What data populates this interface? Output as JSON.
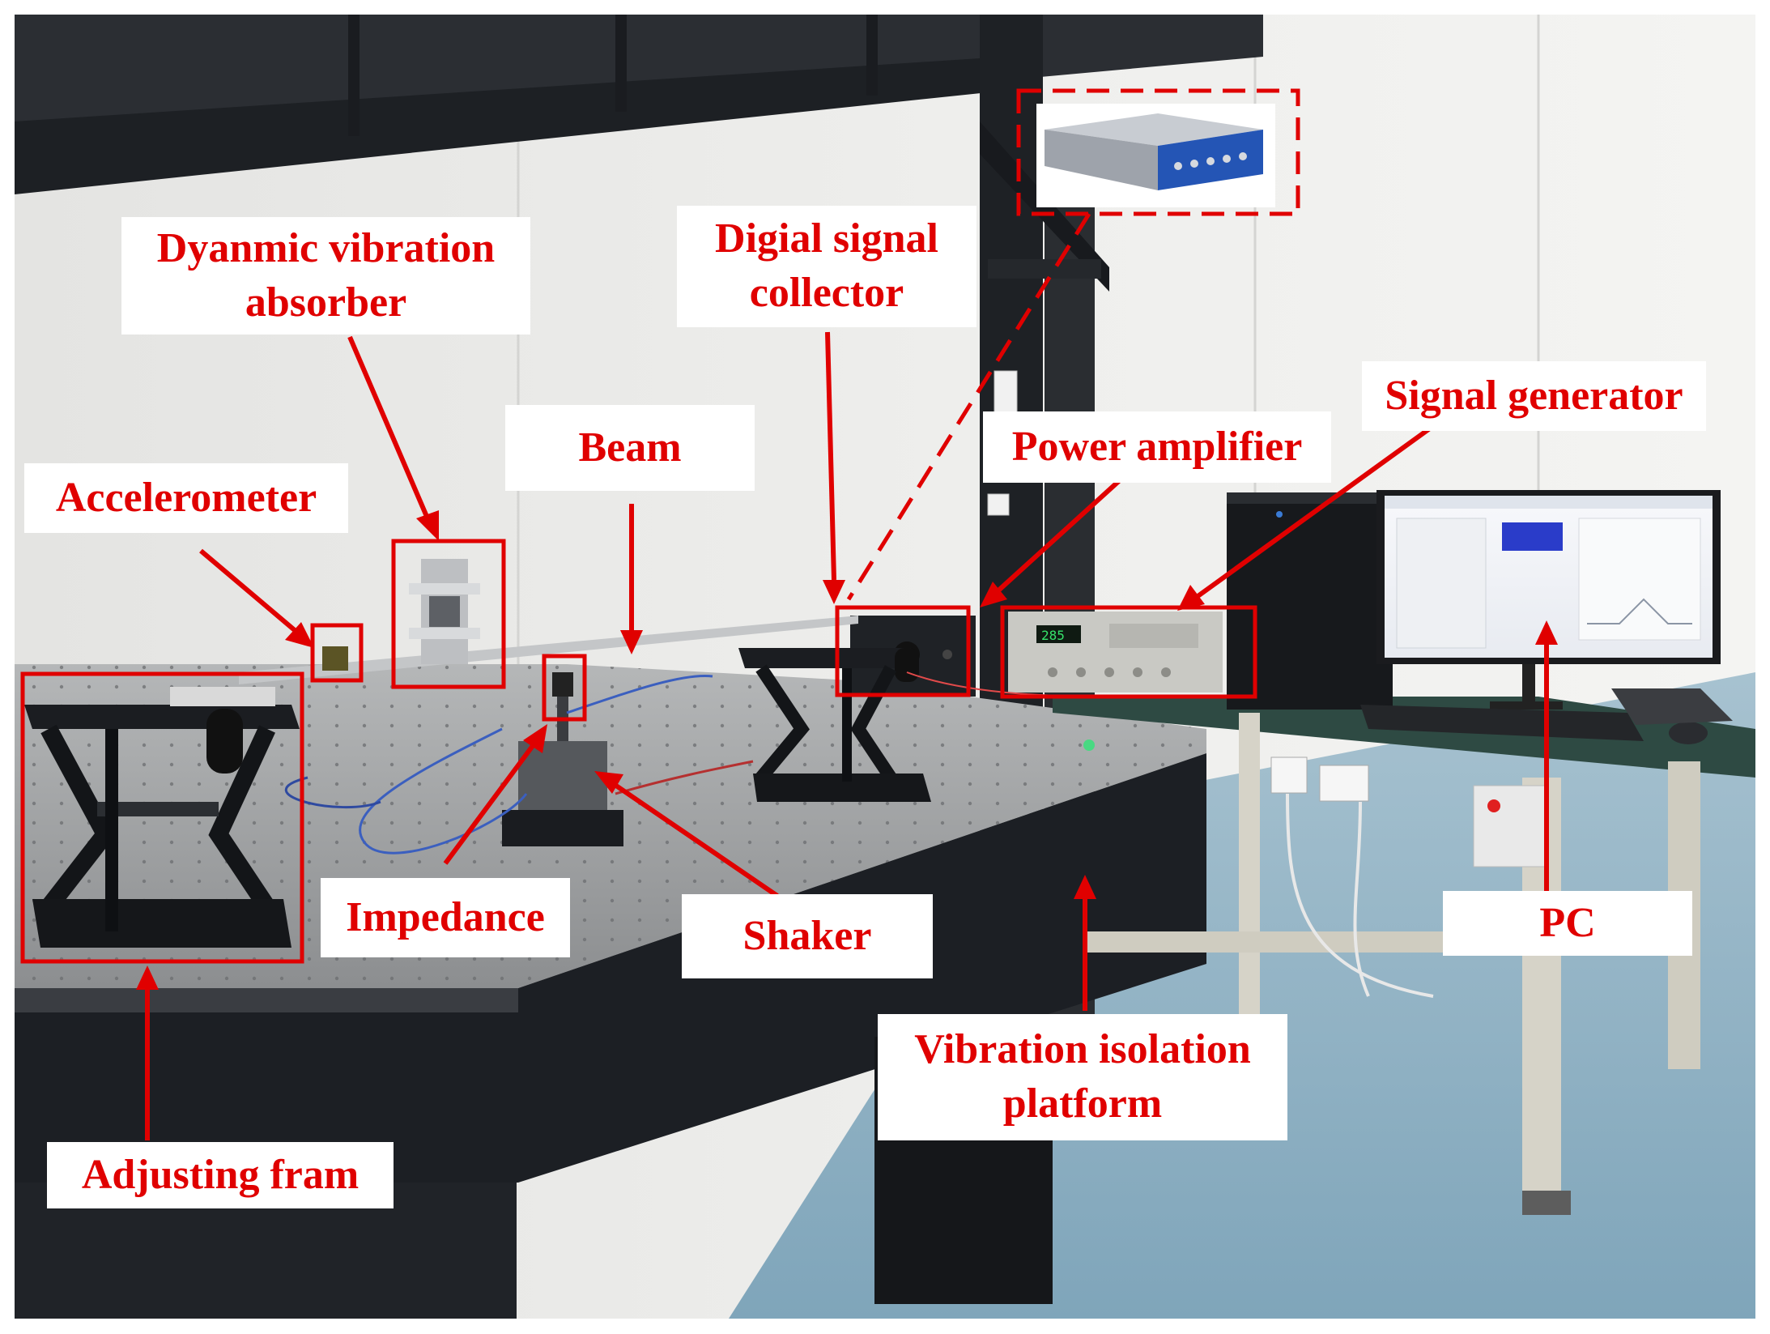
{
  "labels": {
    "dva": {
      "line1": "Dyanmic vibration",
      "line2": "absorber"
    },
    "collector": {
      "line1": "Digial signal",
      "line2": "collector"
    },
    "signal_generator": "Signal generator",
    "beam": "Beam",
    "power_amplifier": "Power amplifier",
    "accelerometer": "Accelerometer",
    "impedance": "Impedance",
    "shaker": "Shaker",
    "pc": "PC",
    "vib_platform": {
      "line1": "Vibration isolation",
      "line2": "platform"
    },
    "adjusting_frame": "Adjusting fram"
  },
  "colors": {
    "annotation": "#e00000",
    "label_background": "#ffffff",
    "wall": "#ececeb",
    "floor": "#8fb3c6",
    "table_top": "#9a9c9e",
    "table_body": "#1c1f24",
    "bench_top": "#2e4a43",
    "bench_frame": "#d6d3c8"
  },
  "icons": {
    "daq_device": "data-acquisition-box-icon",
    "monitor": "pc-monitor-icon"
  }
}
